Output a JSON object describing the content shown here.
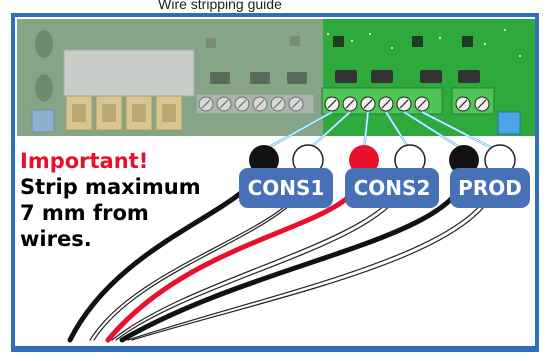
{
  "caption": "Wire stripping guide",
  "note": {
    "warning": "Important!",
    "lines": [
      "Strip maximum",
      "7 mm from",
      "wires."
    ]
  },
  "labels": {
    "cons1": "CONS1",
    "cons2": "CONS2",
    "prod": "PROD"
  },
  "colors": {
    "frame": "#2f6fba",
    "left_board": "#86a486",
    "right_board": "#2eaa3c",
    "label_bg": "#4671b7",
    "wire_black": "#111111",
    "wire_red": "#e8102a",
    "warning_text": "#e8102a"
  },
  "icons": [
    "terminal-block-icon",
    "screw-icon",
    "led-icon",
    "chip-icon",
    "connector-icon"
  ]
}
